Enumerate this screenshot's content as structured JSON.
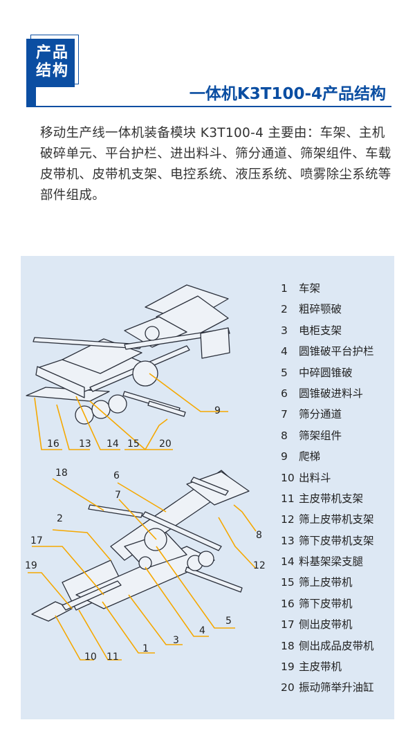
{
  "header": {
    "badge_line1": "产品",
    "badge_line2": "结构",
    "title": "一体机K3T100-4产品结构"
  },
  "intro": "移动生产线一体机装备模块 K3T100-4 主要由：车架、主机破碎单元、平台护栏、进出料斗、筛分通道、筛架组件、车载皮带机、皮带机支架、电控系统、液压系统、喷雾除尘系统等部件组成。",
  "parts": [
    {
      "num": "1",
      "name": "车架"
    },
    {
      "num": "2",
      "name": "粗碎颚破"
    },
    {
      "num": "3",
      "name": "电柜支架"
    },
    {
      "num": "4",
      "name": "圆锥破平台护栏"
    },
    {
      "num": "5",
      "name": "中碎圆锥破"
    },
    {
      "num": "6",
      "name": "圆锥破进料斗"
    },
    {
      "num": "7",
      "name": "筛分通道"
    },
    {
      "num": "8",
      "name": "筛架组件"
    },
    {
      "num": "9",
      "name": "爬梯"
    },
    {
      "num": "10",
      "name": "出料斗"
    },
    {
      "num": "11",
      "name": "主皮带机支架"
    },
    {
      "num": "12",
      "name": "筛上皮带机支架"
    },
    {
      "num": "13",
      "name": "筛下皮带机支架"
    },
    {
      "num": "14",
      "name": "料基架梁支腿"
    },
    {
      "num": "15",
      "name": "筛上皮带机"
    },
    {
      "num": "16",
      "name": "筛下皮带机"
    },
    {
      "num": "17",
      "name": "侧出皮带机"
    },
    {
      "num": "18",
      "name": "侧出成品皮带机"
    },
    {
      "num": "19",
      "name": "主皮带机"
    },
    {
      "num": "20",
      "name": "振动筛举升油缸"
    }
  ],
  "callouts_top": [
    "9",
    "16",
    "13",
    "14",
    "15",
    "20"
  ],
  "callouts_bottom": [
    "18",
    "6",
    "7",
    "2",
    "17",
    "19",
    "8",
    "12",
    "5",
    "4",
    "3",
    "1",
    "11",
    "10"
  ],
  "colors": {
    "brand": "#0b4ea2",
    "panel": "#dde8f4",
    "leader": "#f5a800"
  }
}
